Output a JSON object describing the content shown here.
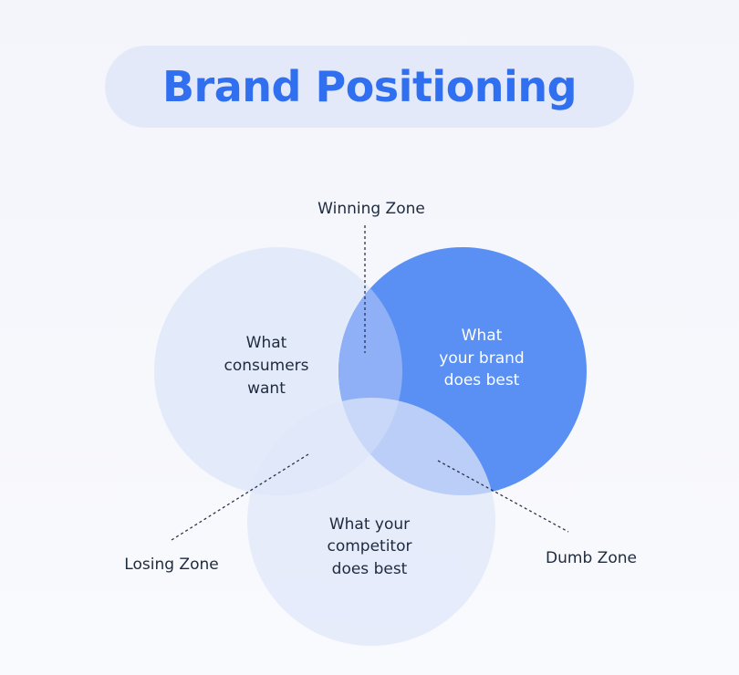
{
  "title": "Brand Positioning",
  "colors": {
    "title": "#2f6ff0",
    "title_background": "#e4e9fa",
    "brand_circle": "#5a8ff3",
    "consumer_circle": "#e2eafb",
    "competitor_circle": "#e5eafa",
    "text": "#1e2a3d"
  },
  "circles": {
    "consumers": {
      "lines": [
        "What",
        "consumers",
        "want"
      ]
    },
    "brand": {
      "lines": [
        "What",
        "your brand",
        "does best"
      ]
    },
    "competitor": {
      "lines": [
        "What your",
        "competitor",
        "does best"
      ]
    }
  },
  "zones": {
    "winning": "Winning Zone",
    "losing": "Losing Zone",
    "dumb": "Dumb Zone"
  }
}
